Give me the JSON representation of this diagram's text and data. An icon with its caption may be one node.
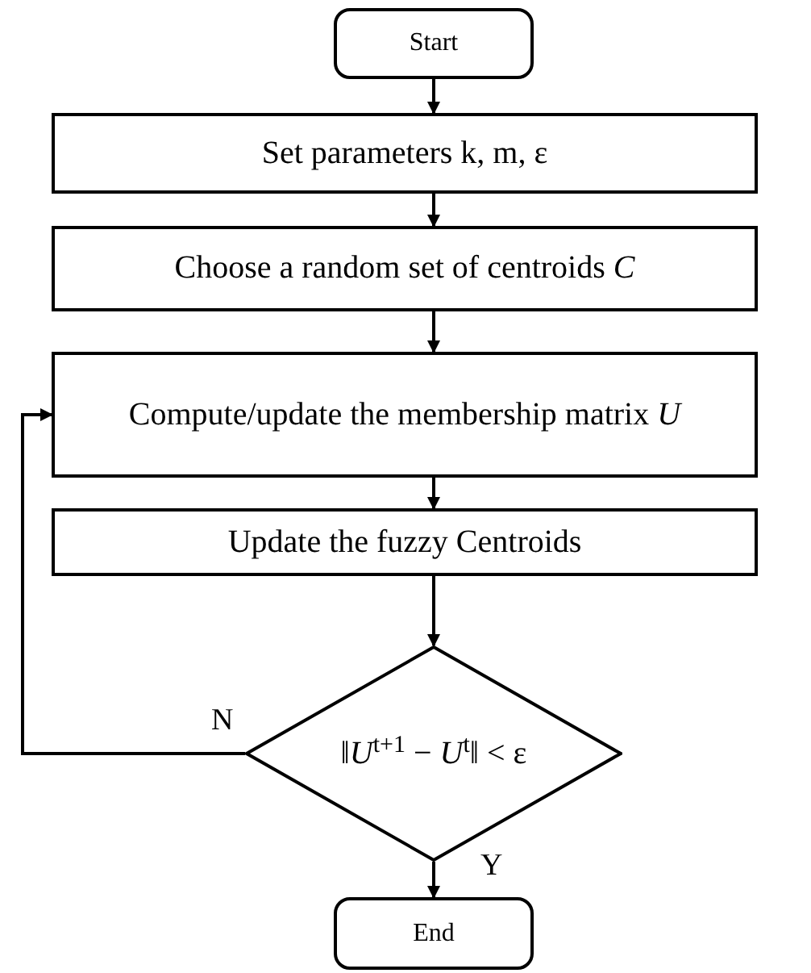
{
  "diagram": {
    "nodes": [
      {
        "text": [
          "Start"
        ]
      },
      {
        "text": [
          "Set parameters k, m, ε"
        ]
      },
      {
        "text": [
          "Choose a random set of centroids *C*"
        ]
      },
      {
        "text": [
          "Compute/update the membership matrix *U*"
        ]
      },
      {
        "text": [
          "Update the fuzzy Centroids"
        ]
      },
      {
        "text": [
          "‖*U*$^{t+1}$ − *U*$^{t}$‖ < ε"
        ]
      },
      {
        "text": [
          "End"
        ]
      }
    ],
    "edges": [
      {
        "from": 0,
        "to": 1,
        "arrow": "to"
      },
      {
        "from": 1,
        "to": 2,
        "arrow": "to"
      },
      {
        "from": 2,
        "to": 3,
        "arrow": "to"
      },
      {
        "from": 3,
        "to": 4,
        "arrow": "to"
      },
      {
        "from": 4,
        "to": 5,
        "arrow": "to"
      },
      {
        "from": 5,
        "to": 3,
        "arrow": "to",
        "label": "N"
      },
      {
        "from": 5,
        "to": 6,
        "arrow": "to",
        "label": "Y"
      }
    ]
  }
}
